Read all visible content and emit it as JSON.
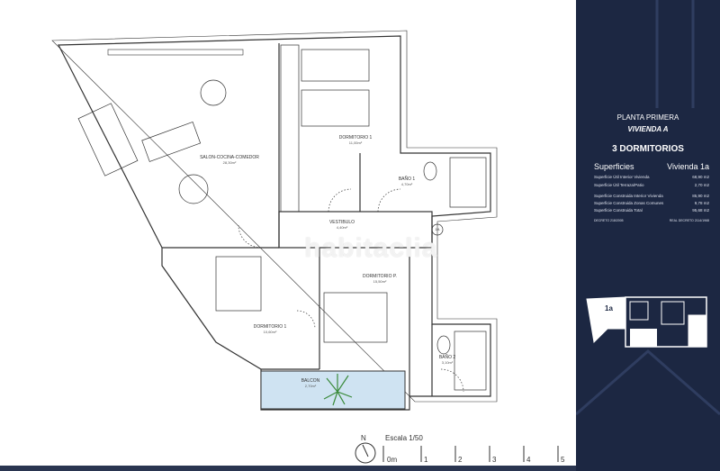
{
  "rooms": [
    {
      "name": "SALON-COCINA-COMEDOR",
      "area": "28,30m²"
    },
    {
      "name": "DORMITORIO 1",
      "area": "11,00m²"
    },
    {
      "name": "BAÑO 1",
      "area": "4,70m²"
    },
    {
      "name": "VESTIBULO",
      "area": "4,40m²"
    },
    {
      "name": "DORMITORIO P.",
      "area": "15,50m²"
    },
    {
      "name": "DORMITORIO 1",
      "area": "10,60m²"
    },
    {
      "name": "BAÑO 2",
      "area": "3,10m²"
    },
    {
      "name": "BALCON",
      "area": "2,70m²"
    }
  ],
  "marker": "1A",
  "watermark": "habitaclia",
  "scale": {
    "north": "N",
    "title": "Escala 1/50",
    "ticks": [
      "0m",
      "1",
      "2",
      "3",
      "4",
      "5"
    ]
  },
  "panel": {
    "floor": "PLANTA PRIMERA",
    "unit": "VIVIENDA A",
    "bedrooms": "3 DORMITORIOS",
    "surfaces_title": "Superficies",
    "unit_label": "Vivienda 1a",
    "rows": [
      {
        "label": "Superficie Útil Interior Vivienda",
        "value": "68,90 m2"
      },
      {
        "label": "Superficie Útil Terraza/Patio",
        "value": "2,70 m2"
      },
      {
        "label": "Superficie Construida Interior Vivienda",
        "value": "85,90 m2"
      },
      {
        "label": "Superficie Construida Zonas Comunes",
        "value": "9,78 m2"
      },
      {
        "label": "Superficie Construida Total",
        "value": "95,68 m2"
      }
    ],
    "decree_left": "DECRETO 218/2005",
    "decree_right": "REAL DECRETO 2114/1968",
    "mini_label": "1a"
  },
  "colors": {
    "panel": "#1c2742",
    "wall": "#333333",
    "balcony": "#cfe3f2"
  }
}
